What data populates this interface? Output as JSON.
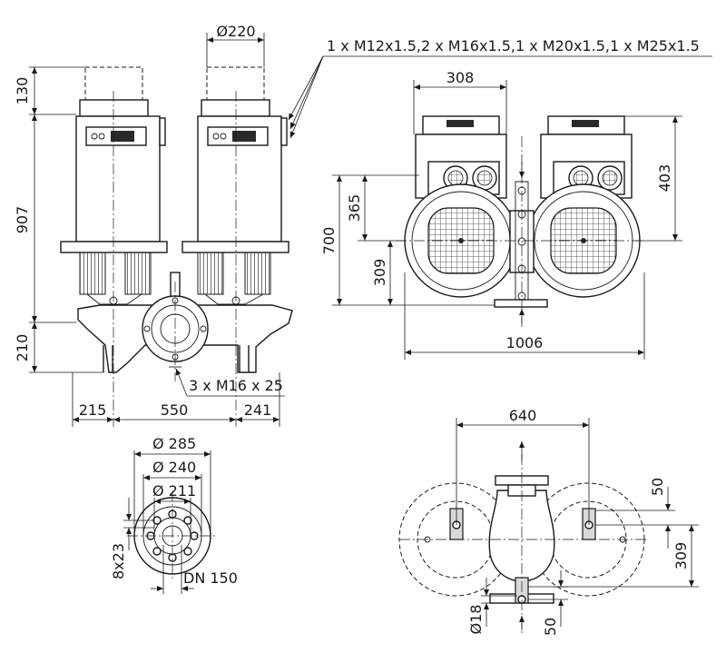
{
  "side_view": {
    "dim_top_height": "130",
    "dim_motor_height": "907",
    "dim_base_height": "210",
    "dim_motor_diameter": "Ø220",
    "dim_left_offset": "215",
    "dim_axis_distance": "550",
    "dim_right_offset": "241",
    "foot_bolts": "3 x M16 x 25",
    "cable_glands": "1 x M12x1.5,2 x M16x1.5,1 x M20x1.5,1 x M25x1.5"
  },
  "front_view": {
    "dim_width": "308",
    "dim_motor_top": "403",
    "dim_axis_height": "365",
    "dim_total_height": "700",
    "dim_pipe_axis": "309",
    "dim_total_width": "1006"
  },
  "flange_view": {
    "dim_outer": "Ø 285",
    "dim_bolt_circle": "Ø 240",
    "dim_raised_face": "Ø 211",
    "bolt_holes": "8x23",
    "nominal_diameter": "DN 150"
  },
  "foot_view": {
    "dim_foot_distance": "640",
    "dim_offset_top": "50",
    "dim_axis_height": "309",
    "dim_hole": "Ø18",
    "dim_offset_bottom": "50"
  }
}
